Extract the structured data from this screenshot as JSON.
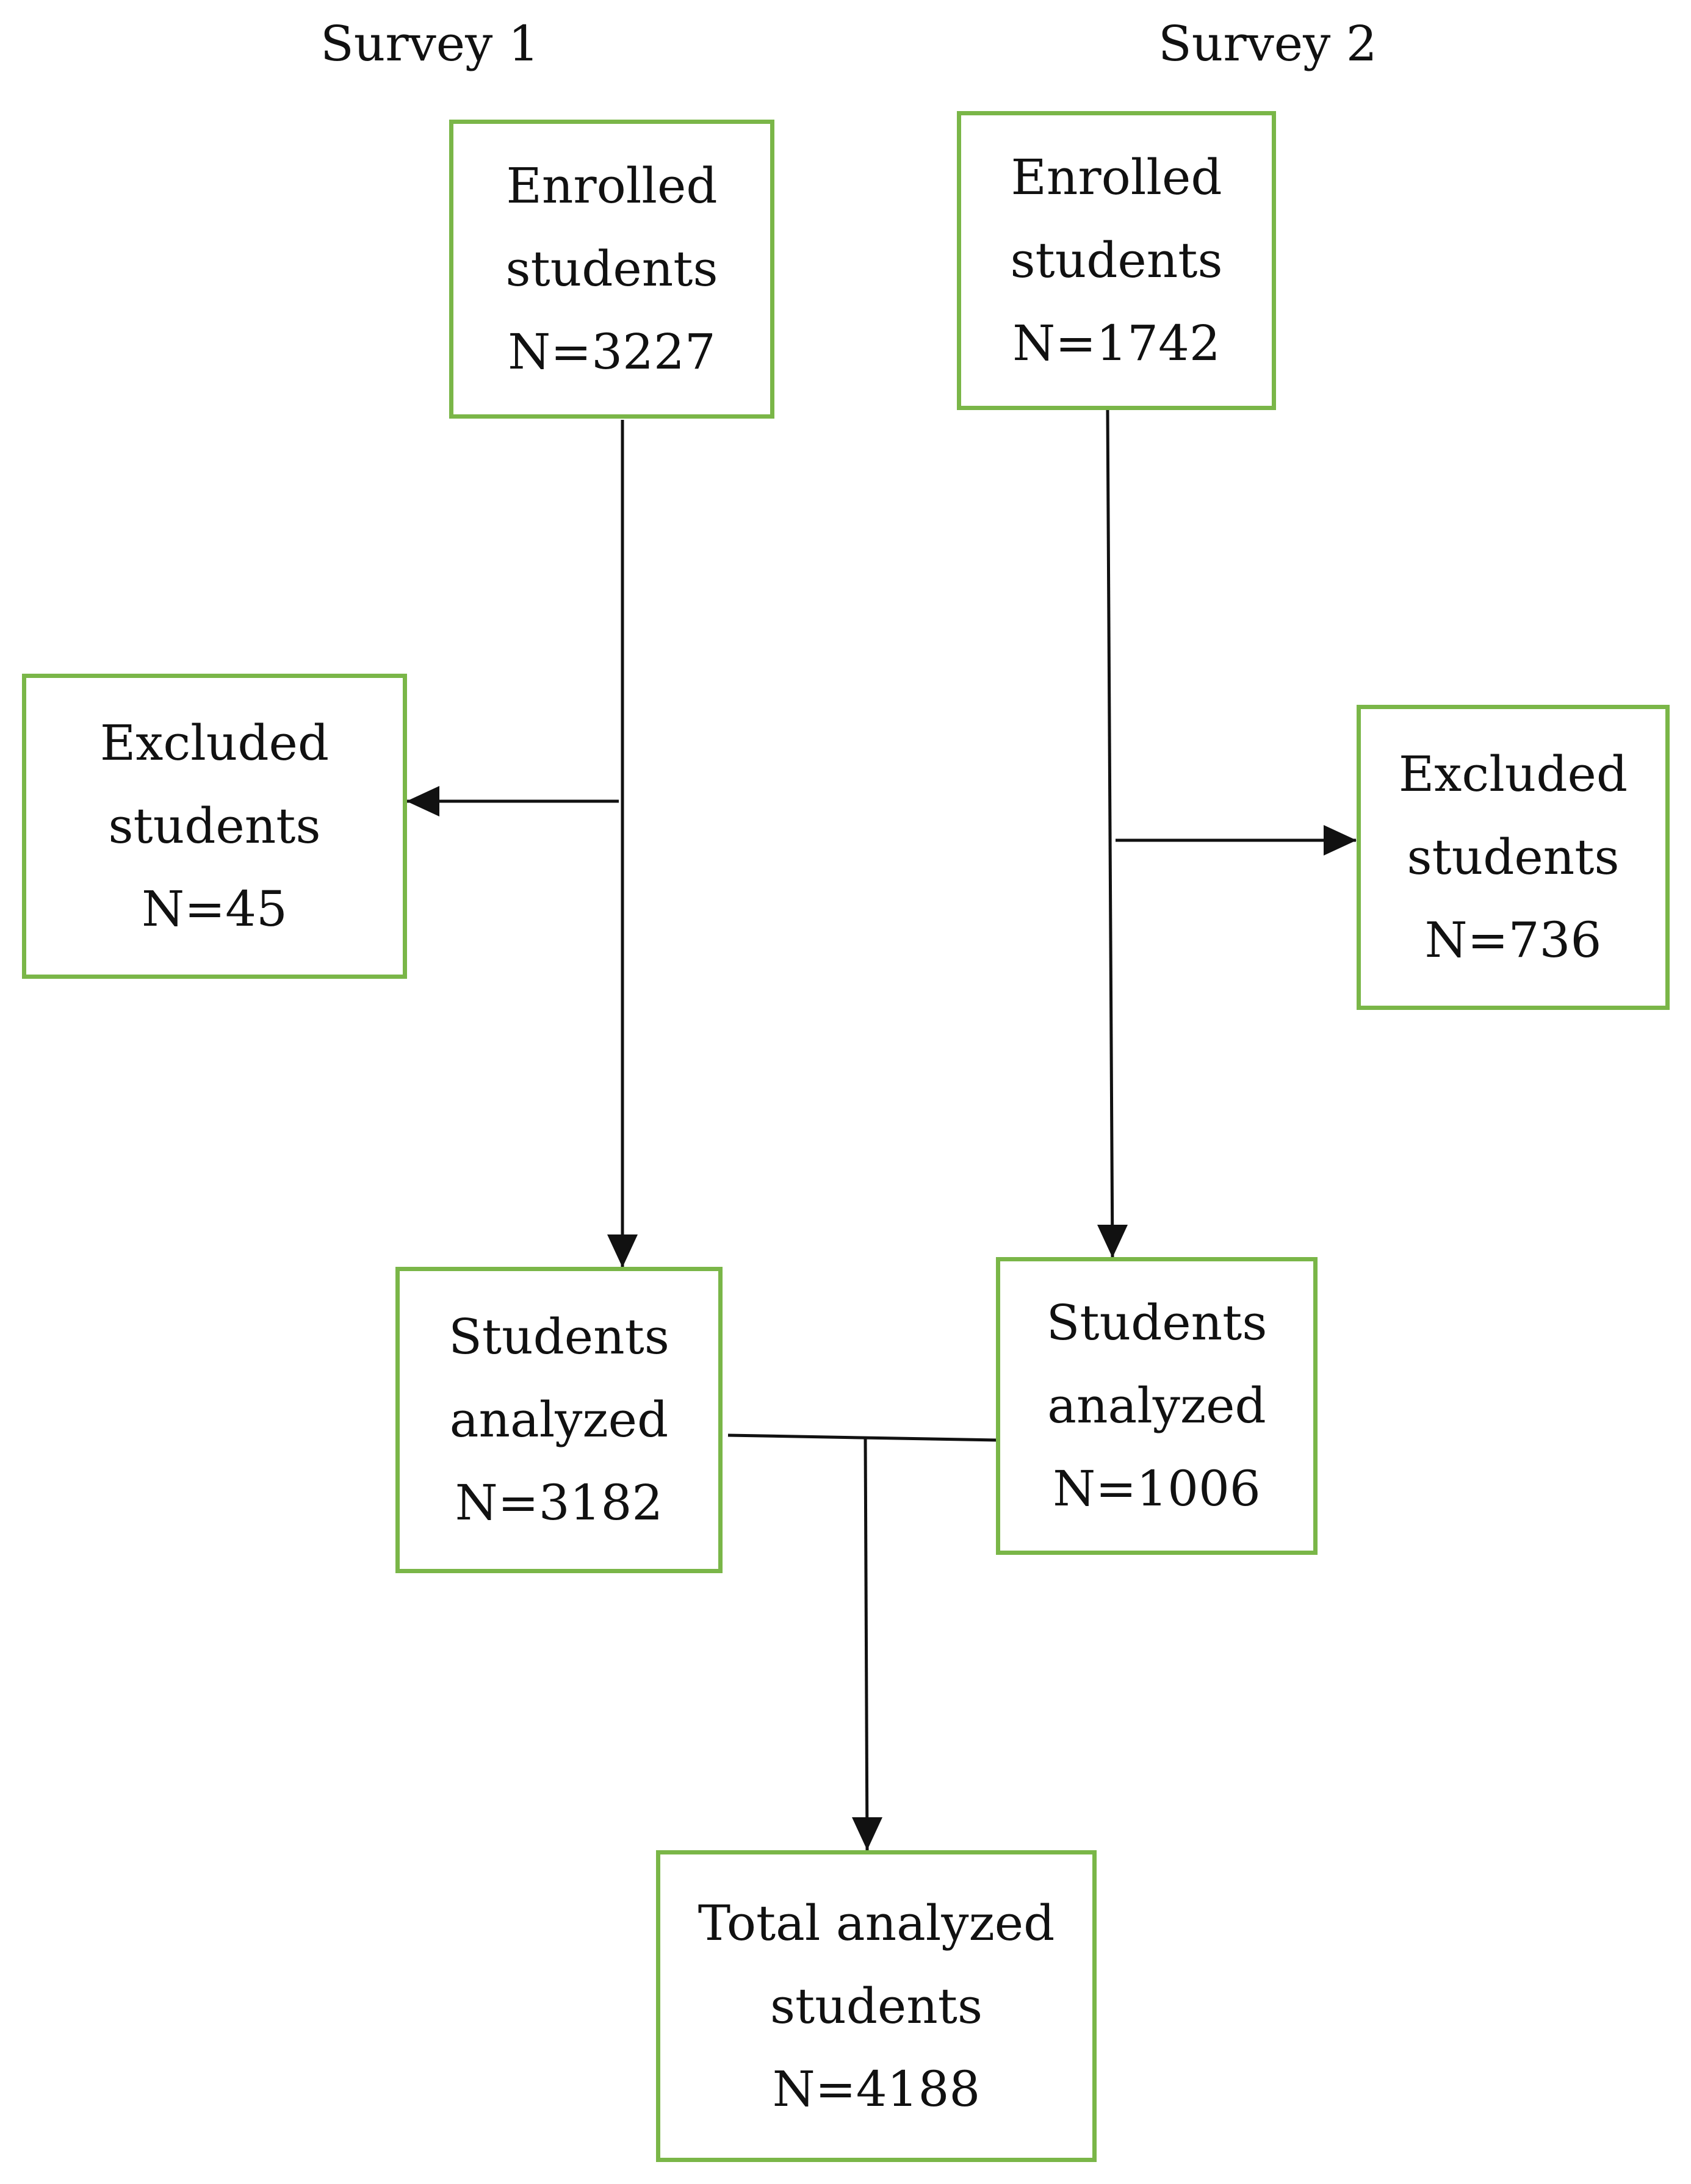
{
  "headings": {
    "survey1": "Survey 1",
    "survey2": "Survey 2"
  },
  "boxes": {
    "enrolled_1": [
      "Enrolled",
      "students",
      "N=3227"
    ],
    "enrolled_2": [
      "Enrolled",
      "students",
      "N=1742"
    ],
    "excluded_1": [
      "Excluded",
      "students",
      "N=45"
    ],
    "excluded_2": [
      "Excluded",
      "students",
      "N=736"
    ],
    "analyzed_1": [
      "Students",
      "analyzed",
      "N=3182"
    ],
    "analyzed_2": [
      "Students",
      "analyzed",
      "N=1006"
    ],
    "total": [
      "Total analyzed",
      "students",
      "N=4188"
    ]
  },
  "colors": {
    "box_border": "#7ab648",
    "connector": "#111111",
    "text": "#111111"
  }
}
